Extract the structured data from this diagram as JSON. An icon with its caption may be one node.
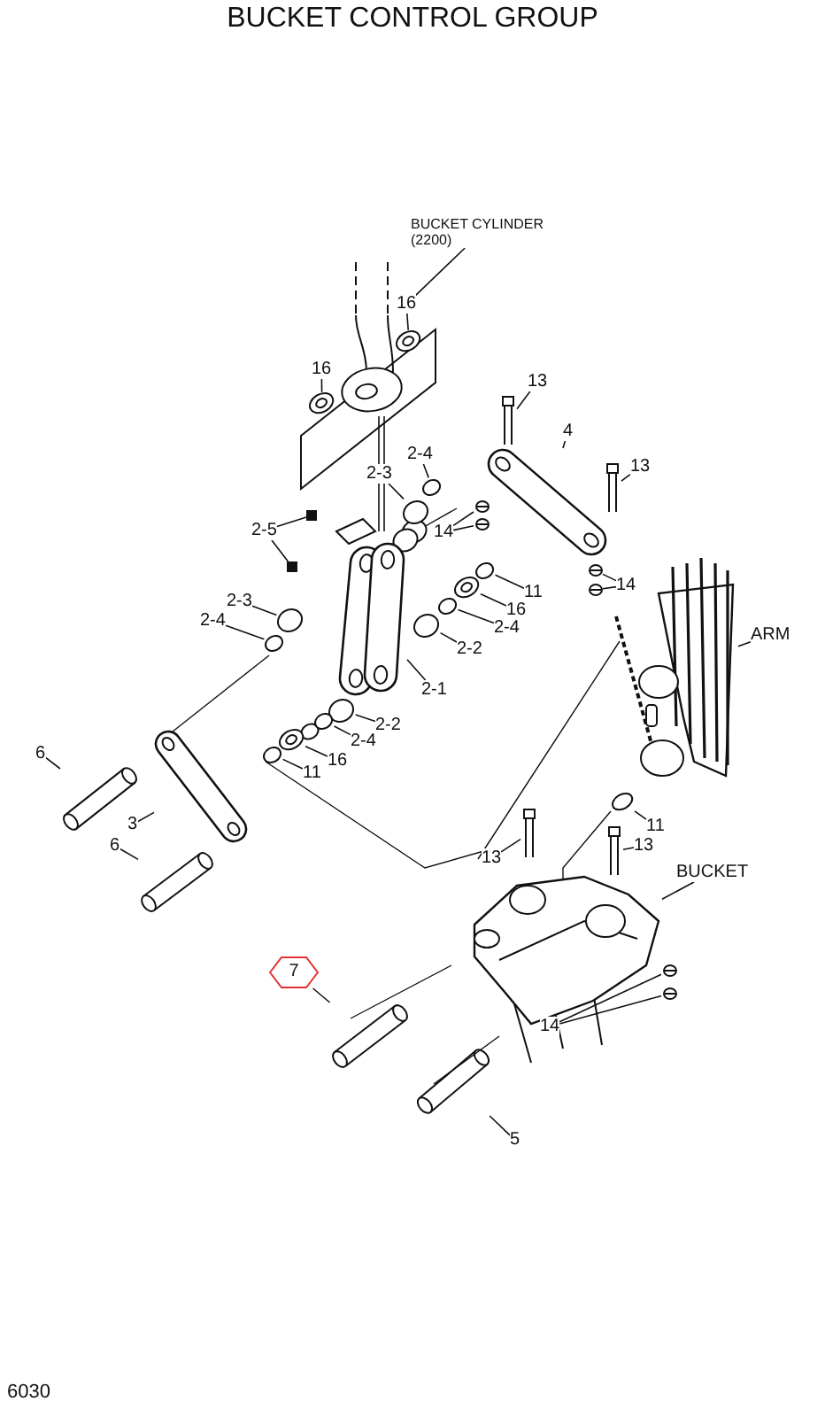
{
  "diagram": {
    "title": "BUCKET CONTROL GROUP",
    "nodes": [
      {
        "text": [
          "BUCKET CYLINDER (2200)"
        ]
      },
      {
        "text": [
          "16"
        ]
      },
      {
        "text": [
          "16"
        ]
      },
      {
        "text": [
          "13"
        ]
      },
      {
        "text": [
          "2-4"
        ]
      },
      {
        "text": [
          "4"
        ]
      },
      {
        "text": [
          "2-3"
        ]
      },
      {
        "text": [
          "13"
        ]
      },
      {
        "text": [
          "14"
        ]
      },
      {
        "text": [
          "2-5"
        ]
      },
      {
        "text": [
          "11"
        ]
      },
      {
        "text": [
          "14"
        ]
      },
      {
        "text": [
          "2-3"
        ]
      },
      {
        "text": [
          "2-4"
        ]
      },
      {
        "text": [
          "16"
        ]
      },
      {
        "text": [
          "2-4"
        ]
      },
      {
        "text": [
          "ARM"
        ]
      },
      {
        "text": [
          "2-2"
        ]
      },
      {
        "text": [
          "2-1"
        ]
      },
      {
        "text": [
          "2-2"
        ]
      },
      {
        "text": [
          "2-4"
        ]
      },
      {
        "text": [
          "16"
        ]
      },
      {
        "text": [
          "6"
        ]
      },
      {
        "text": [
          "11"
        ]
      },
      {
        "text": [
          "3"
        ]
      },
      {
        "text": [
          "11"
        ]
      },
      {
        "text": [
          "13"
        ]
      },
      {
        "text": [
          "13"
        ]
      },
      {
        "text": [
          "6"
        ]
      },
      {
        "text": [
          "BUCKET"
        ]
      },
      {
        "text": [
          "7"
        ]
      },
      {
        "text": [
          "14"
        ]
      },
      {
        "text": [
          "5"
        ]
      },
      {
        "text": [],
        "shape": "picture"
      },
      {
        "text": [],
        "shape": "circle"
      },
      {
        "text": [],
        "shape": "circle"
      },
      {
        "text": [],
        "shape": "picture"
      },
      {
        "text": [],
        "shape": "circle"
      },
      {
        "text": [],
        "shape": "picture"
      },
      {
        "text": [],
        "shape": "circle"
      },
      {
        "text": [],
        "shape": "picture"
      },
      {
        "text": [],
        "shape": "picture"
      },
      {
        "text": [],
        "shape": "picture"
      },
      {
        "text": [],
        "shape": "box"
      },
      {
        "text": [],
        "shape": "box"
      },
      {
        "text": [],
        "shape": "circle"
      },
      {
        "text": [],
        "shape": "picture"
      },
      {
        "text": [],
        "shape": "picture"
      },
      {
        "text": [],
        "shape": "circle"
      },
      {
        "text": [],
        "shape": "circle"
      },
      {
        "text": [],
        "shape": "circle"
      },
      {
        "text": [],
        "shape": "circle"
      },
      {
        "text": [],
        "shape": "picture"
      },
      {
        "text": [],
        "shape": "circle"
      },
      {
        "text": [],
        "shape": "picture"
      },
      {
        "text": [],
        "shape": "circle"
      },
      {
        "text": [],
        "shape": "circle"
      },
      {
        "text": [],
        "shape": "circle"
      },
      {
        "text": [],
        "shape": "picture"
      },
      {
        "text": [],
        "shape": "circle"
      },
      {
        "text": [],
        "shape": "picture"
      },
      {
        "text": [],
        "shape": "circle"
      },
      {
        "text": [],
        "shape": "picture"
      },
      {
        "text": [],
        "shape": "picture"
      },
      {
        "text": [],
        "shape": "picture"
      },
      {
        "text": [],
        "shape": "picture"
      },
      {
        "text": [],
        "shape": "picture"
      },
      {
        "text": [],
        "shape": "picture"
      },
      {
        "text": [],
        "shape": "picture"
      },
      {
        "text": [],
        "shape": "picture"
      }
    ],
    "edges": [
      {
        "from": 0,
        "to": 33,
        "arrow": "none"
      },
      {
        "from": 1,
        "to": 34,
        "arrow": "none"
      },
      {
        "from": 2,
        "to": 35,
        "arrow": "none"
      },
      {
        "from": 3,
        "to": 36,
        "arrow": "none"
      },
      {
        "from": 4,
        "to": 37,
        "arrow": "none"
      },
      {
        "from": 5,
        "to": 38,
        "arrow": "none"
      },
      {
        "from": 6,
        "to": 39,
        "arrow": "none"
      },
      {
        "from": 7,
        "to": 40,
        "arrow": "none"
      },
      {
        "from": 8,
        "to": 41,
        "arrow": "none"
      },
      {
        "from": 8,
        "to": 42,
        "arrow": "none"
      },
      {
        "from": 9,
        "to": 43,
        "arrow": "none"
      },
      {
        "from": 9,
        "to": 44,
        "arrow": "none"
      },
      {
        "from": 10,
        "to": 45,
        "arrow": "none"
      },
      {
        "from": 11,
        "to": 46,
        "arrow": "none"
      },
      {
        "from": 11,
        "to": 47,
        "arrow": "none"
      },
      {
        "from": 12,
        "to": 48,
        "arrow": "none"
      },
      {
        "from": 13,
        "to": 49,
        "arrow": "none"
      },
      {
        "from": 14,
        "to": 50,
        "arrow": "none"
      },
      {
        "from": 15,
        "to": 51,
        "arrow": "none"
      },
      {
        "from": 16,
        "to": 52,
        "arrow": "none"
      },
      {
        "from": 17,
        "to": 53,
        "arrow": "none"
      },
      {
        "from": 18,
        "to": 54,
        "arrow": "none"
      },
      {
        "from": 19,
        "to": 55,
        "arrow": "none"
      },
      {
        "from": 20,
        "to": 56,
        "arrow": "none"
      },
      {
        "from": 21,
        "to": 57,
        "arrow": "none"
      },
      {
        "from": 22,
        "to": 58,
        "arrow": "none"
      },
      {
        "from": 23,
        "to": 59,
        "arrow": "none"
      },
      {
        "from": 24,
        "to": 60,
        "arrow": "none"
      },
      {
        "from": 25,
        "to": 61,
        "arrow": "none"
      },
      {
        "from": 26,
        "to": 62,
        "arrow": "none"
      },
      {
        "from": 27,
        "to": 63,
        "arrow": "none"
      },
      {
        "from": 28,
        "to": 64,
        "arrow": "none"
      },
      {
        "from": 29,
        "to": 65,
        "arrow": "none"
      },
      {
        "from": 30,
        "to": 66,
        "arrow": "none"
      },
      {
        "from": 31,
        "to": 67,
        "arrow": "none"
      },
      {
        "from": 31,
        "to": 68,
        "arrow": "none"
      },
      {
        "from": 32,
        "to": 69,
        "arrow": "none"
      }
    ],
    "labels": [
      "6030"
    ]
  }
}
